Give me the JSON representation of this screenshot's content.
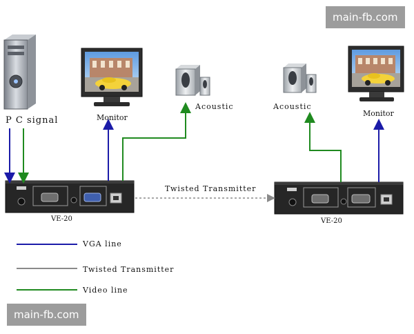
{
  "labels": {
    "pc_signal": "P C  signal",
    "monitor_left": "Monitor",
    "monitor_right": "Monitor",
    "acoustic_left": "Acoustic",
    "acoustic_right": "Acoustic",
    "twisted_top": "Twisted Transmitter",
    "device_left": "VE-20",
    "device_right": "VE-20"
  },
  "legend": [
    {
      "label": "VGA line",
      "color": "#1b1ba8"
    },
    {
      "label": "Twisted Transmitter",
      "color": "#8a8a8a"
    },
    {
      "label": "Video line",
      "color": "#1f8a1f"
    }
  ],
  "watermarks": {
    "top": "main-fb.com",
    "bottom": "main-fb.com"
  },
  "colors": {
    "vga_line": "#1b1ba8",
    "video_line": "#1f8a1f",
    "twisted_line": "#8a8a8a",
    "device_body": "#262626"
  }
}
